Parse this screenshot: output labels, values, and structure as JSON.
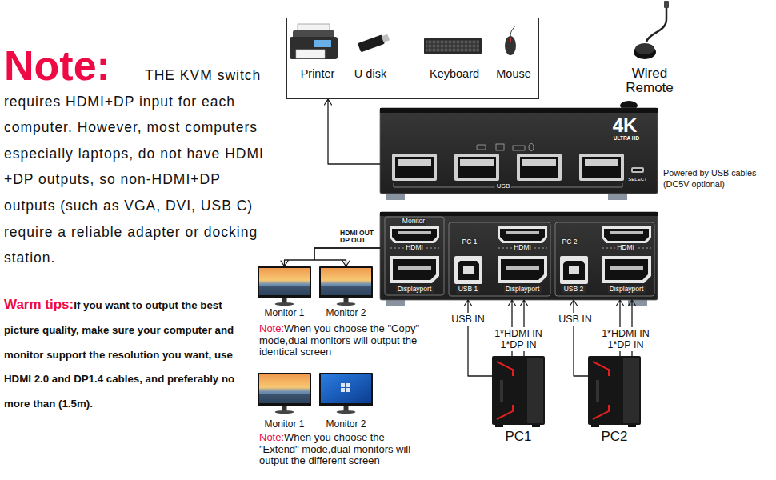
{
  "diagram": {
    "nodes": [
      {
        "text": [
          "Printer",
          "U disk",
          "Keyboard",
          "Mouse"
        ]
      },
      {
        "text": [
          "4K",
          "ULTRA HD",
          "USB",
          "SELECT"
        ]
      },
      {
        "text": [
          "Monitor",
          "HDMI",
          "Displayport",
          "PC 1",
          "HDMI",
          "USB 1",
          "Displayport",
          "PC 2",
          "HDMI",
          "USB 2",
          "Displayport"
        ]
      },
      {
        "text": [
          "Monitor 1"
        ]
      },
      {
        "text": [
          "Monitor 2"
        ]
      },
      {
        "text": [
          "Monitor 1"
        ]
      },
      {
        "text": [
          "Monitor 2"
        ]
      },
      {
        "text": [
          "PC1"
        ]
      },
      {
        "text": [
          "PC2"
        ]
      }
    ],
    "edges": [
      {
        "from": 1,
        "to": 0,
        "arrow": "to"
      },
      {
        "from": 2,
        "to": 3,
        "arrow": "to"
      },
      {
        "from": 2,
        "to": 4,
        "arrow": "to"
      },
      {
        "from": 7,
        "to": 2,
        "label": "USB IN",
        "arrow": "to"
      },
      {
        "from": 7,
        "to": 2,
        "label": "1*HDMI IN 1*DP IN",
        "arrow": "to"
      },
      {
        "from": 8,
        "to": 2,
        "label": "USB IN",
        "arrow": "to"
      },
      {
        "from": 8,
        "to": 2,
        "label": "1*HDMI IN 1*DP IN",
        "arrow": "to"
      }
    ],
    "labels": [
      "Note:",
      "THE KVM switch requires HDMI+DP input for each computer. However, most computers especially laptops, do not have HDMI +DP outputs, so non-HDMI+DP outputs (such as VGA, DVI, USB C) require a reliable adapter or docking station.",
      "Warm tips:",
      "If you want to output the best picture quality, make sure your computer and monitor support the resolution you want, use HDMI 2.0 and DP1.4 cables, and preferably no more than (1.5m).",
      "Wired Remote",
      "Powered by USB cables (DC5V optional)",
      "HDMI OUT DP OUT",
      "Note:",
      "When you choose the \"Copy\" mode,dual monitors will output the identical screen",
      "Note:",
      "When you choose the \"Extend\" mode,dual monitors will output the different screen"
    ]
  }
}
